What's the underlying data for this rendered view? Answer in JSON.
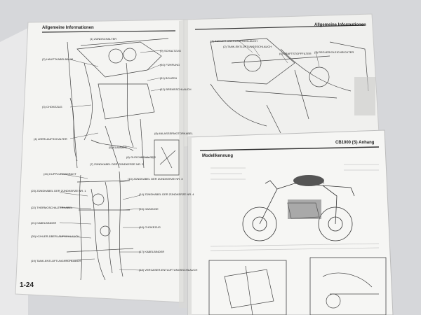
{
  "left_page": {
    "header": "Allgemeine Informationen",
    "page_number": "1-24",
    "callouts": [
      "(1) ZÜNDSCHALTER",
      "(2) HAUPTKABELBAUM",
      "(3) CHOKEZUG",
      "(4) LEERLAUFSCHALTER",
      "(5) KLAMMER",
      "(6) GLEICHSCHALTER",
      "(7) ZÜNDKABEL DER ZÜNDKERZE NR. 2",
      "(8) ANLASSERMOTORKABEL",
      "(9) SCHALTZUG",
      "(10) FÜHRUNG",
      "(11) BOLZEN",
      "(12) BREMSSCHLAUCH",
      "(13) ZÜNDKABEL DER ZÜNDKERZE NR. 3",
      "(14) ZÜNDKABEL DER ZÜNDKERZE NR. 4",
      "(15) GASZÜGE",
      "(16) CHOKEZUG",
      "(17) KABELBINDER",
      "(18) VERGASER-ENTLÜFTUNGSSCHLAUCH",
      "(19) TANK-ENTLÜFTUNGSSCHLAUCH",
      "(20) KÜHLER-ÜBERLAUFSCHLAUCH",
      "(21) KABELBINDER",
      "(22) THERMOSCHALTERKABEL",
      "(23) ZÜNDKABEL DER ZÜNDKERZE NR. 1",
      "(24) KUPPLUNGSDRAHT"
    ]
  },
  "right_page": {
    "header": "Allgemeine Informationen",
    "callouts": [
      "(1) KÜHLER-ÜBERLAUFSCHLAUCH",
      "(2) TANK-ENTLÜFTUNGSSCHLAUCH",
      "(3) REGLER/GLEICHRICHTER",
      "(4) KRAFTSTOFFFILTER"
    ]
  },
  "supplement": {
    "header": "CB1000 (S) Anhang",
    "section_title": "Modellkennung"
  }
}
